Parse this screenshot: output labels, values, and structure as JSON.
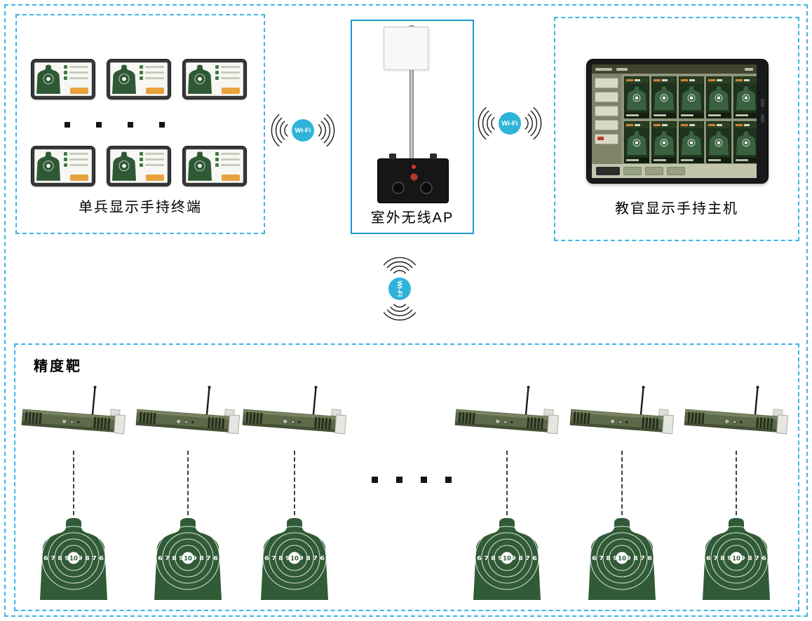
{
  "diagram": {
    "terminals": {
      "label": "单兵显示手持终端"
    },
    "ap": {
      "label": "室外无线AP"
    },
    "instructor": {
      "label": "教官显示手持主机"
    },
    "precision_targets": {
      "label": "精度靶"
    }
  },
  "wifi": {
    "label": "Wi-Fi"
  },
  "target_rings": {
    "left_numbers": "6 7 8 9",
    "bullseye": "10",
    "right_numbers": "9 8 7 6"
  },
  "colors": {
    "border_blue": "#3cb4e5",
    "ap_border_blue": "#1b9ad2",
    "wifi_blue": "#2fb3d9",
    "target_green": "#305b36",
    "lifter_green": "#5c6a49",
    "button_orange": "#e8a23c"
  }
}
